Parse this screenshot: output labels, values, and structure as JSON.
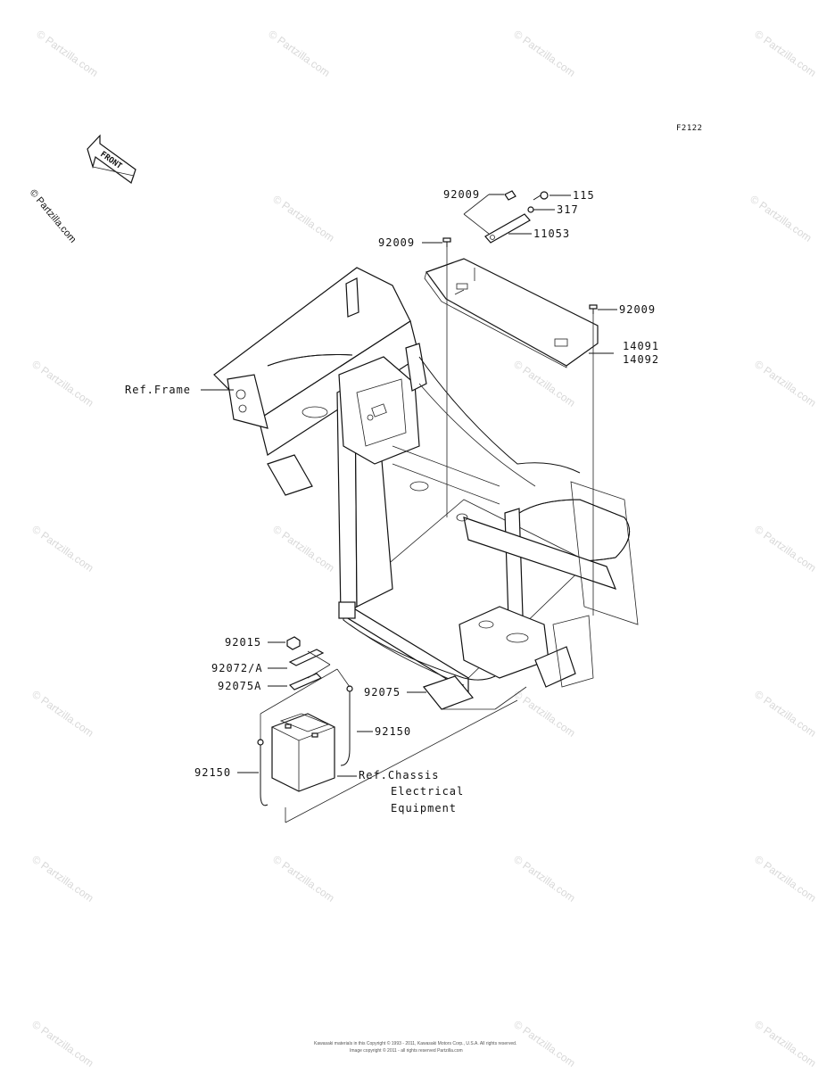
{
  "diagram": {
    "code": "F2122",
    "front_arrow": "FRONT",
    "copyright_side": "© Partzilla.com",
    "watermark": "© Partzilla.com",
    "footer_line1": "Kawasaki materials in this Copyright © 1993 - 2011, Kawasaki Motors Corp., U.S.A. All rights reserved.",
    "footer_line2": "Image copyright © 2011 - all rights reserved Partzilla.com"
  },
  "callouts": {
    "p92009_a": "92009",
    "p115": "115",
    "p317": "317",
    "p92009_b": "92009",
    "p11053": "11053",
    "p92009_c": "92009",
    "p14091": "14091",
    "p14092": "14092",
    "ref_frame": "Ref.Frame",
    "p92015": "92015",
    "p92072": "92072/A",
    "p92075a": "92075A",
    "p92075": "92075",
    "p92150_r": "92150",
    "p92150_l": "92150",
    "ref_chassis_1": "Ref.Chassis",
    "ref_chassis_2": "Electrical",
    "ref_chassis_3": "Equipment"
  }
}
